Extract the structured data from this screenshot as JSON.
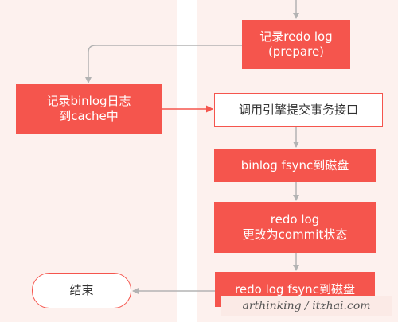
{
  "nodes": {
    "redo_prepare": "记录redo log\n(prepare)",
    "binlog_cache": "记录binlog日志\n到cache中",
    "engine_commit": "调用引擎提交事务接口",
    "binlog_fsync": "binlog fsync到磁盘",
    "redo_commit": "redo log\n更改为commit状态",
    "redo_fsync": "redo log fsync到磁盘",
    "end": "结束"
  },
  "watermark": "arthinking / itzhai.com",
  "colors": {
    "accent": "#f5554d",
    "lane_background": "#fdf1ee",
    "edge_gray": "#b3b3b3"
  }
}
